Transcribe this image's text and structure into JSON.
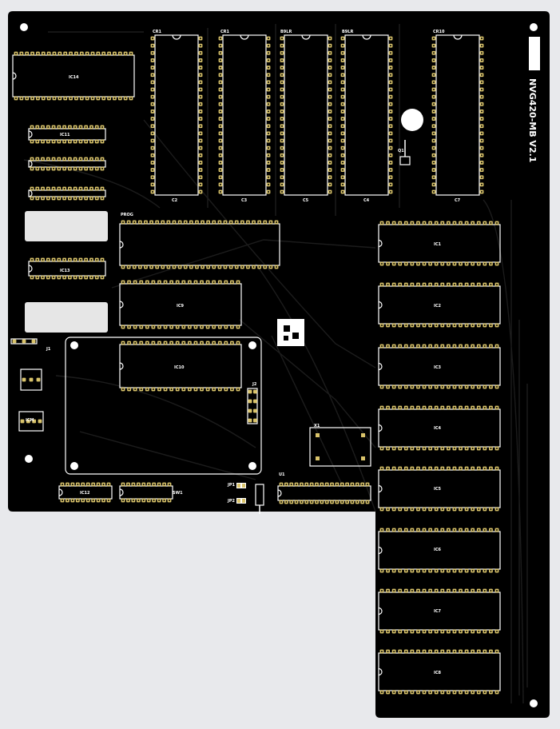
{
  "board": {
    "title": "NVG420-MB V2.1",
    "colors": {
      "pcb": "#000000",
      "silk": "#ffffff",
      "pad": "#d9c36a",
      "blank": "#e6e6e6",
      "bg": "#e8e9ec"
    }
  },
  "chips": [
    {
      "id": "IC14",
      "label": "IC14"
    },
    {
      "id": "IC11",
      "label": "IC11"
    },
    {
      "id": "IC9",
      "label": "IC9"
    },
    {
      "id": "IC10",
      "label": "IC10"
    },
    {
      "id": "IC12",
      "label": "IC12"
    },
    {
      "id": "IC13",
      "label": "IC13"
    },
    {
      "id": "IC1",
      "label": "IC1"
    },
    {
      "id": "IC2",
      "label": "IC2"
    },
    {
      "id": "IC3",
      "label": "IC3"
    },
    {
      "id": "IC4",
      "label": "IC4"
    },
    {
      "id": "IC5",
      "label": "IC5"
    },
    {
      "id": "IC6",
      "label": "IC6"
    },
    {
      "id": "IC7",
      "label": "IC7"
    },
    {
      "id": "IC8",
      "label": "IC8"
    },
    {
      "id": "PROG",
      "label": "PROG"
    },
    {
      "id": "ICM",
      "label": "ICM"
    }
  ],
  "sockets": [
    "CR1",
    "CR1",
    "B9LR",
    "B9LR",
    "CR10"
  ],
  "caps": [
    "C2",
    "C3",
    "C5",
    "C4",
    "C7"
  ],
  "misc": {
    "x1": "X1",
    "u1": "U1",
    "j1": "J1",
    "j2": "J2",
    "jp1": "JP1",
    "jp2": "JP2",
    "q1": "Q1",
    "sw": "SW1"
  }
}
